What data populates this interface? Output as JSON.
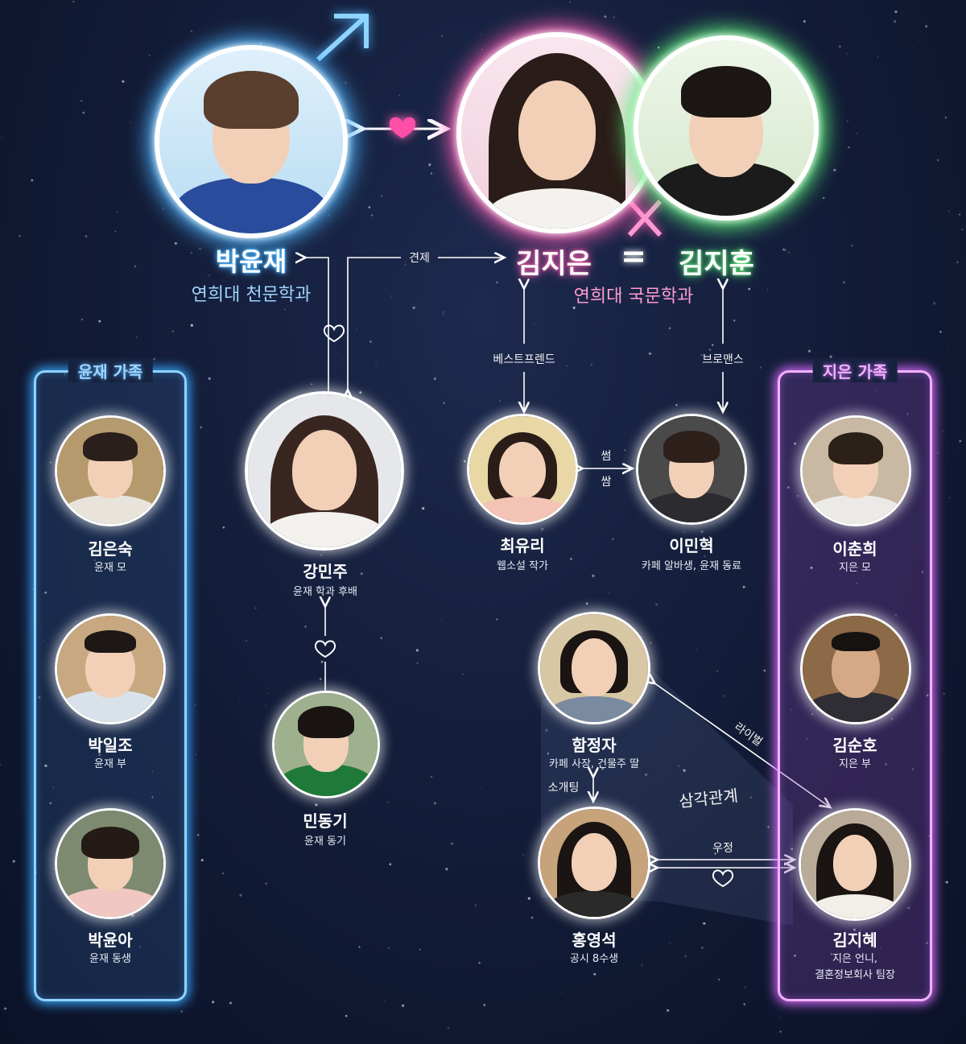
{
  "main_couple": {
    "yunjae": {
      "name": "박윤재",
      "desc": "연희대 천문학과"
    },
    "jieun": {
      "name": "김지은",
      "equals": "=",
      "desc": "연희대 국문학과"
    },
    "jihoon": {
      "name": "김지훈"
    }
  },
  "relations": {
    "rivalry": "견제",
    "best_friend": "베스트프렌드",
    "bromance": "브로맨스",
    "some_top": "썸",
    "some_bottom": "쌈",
    "blind_date": "소개팅",
    "friendship": "우정",
    "rival": "라이벌",
    "triangle": "삼각관계"
  },
  "yunjae_family": {
    "title": "윤재 가족",
    "members": [
      {
        "name": "김은숙",
        "role": "윤재 모"
      },
      {
        "name": "박일조",
        "role": "윤재 부"
      },
      {
        "name": "박윤아",
        "role": "윤재 동생"
      }
    ]
  },
  "jieun_family": {
    "title": "지은 가족",
    "members": [
      {
        "name": "이춘희",
        "role": "지은 모"
      },
      {
        "name": "김순호",
        "role": "지은 부"
      },
      {
        "name": "김지혜",
        "role1": "지은 언니,",
        "role2": "결혼정보회사 팀장"
      }
    ]
  },
  "center": {
    "minju": {
      "name": "강민주",
      "role": "윤재 학과 후배"
    },
    "donggi": {
      "name": "민동기",
      "role": "윤재 동기"
    },
    "yuri": {
      "name": "최유리",
      "role": "웹소설 작가"
    },
    "minhyuk": {
      "name": "이민혁",
      "role": "카페 알바생, 윤재 동료"
    },
    "jeongja": {
      "name": "함정자",
      "role": "카페 사장, 건물주 딸"
    },
    "youngseok": {
      "name": "홍영석",
      "role": "공시 8수생"
    }
  },
  "colors": {
    "blue": "#4fb6ff",
    "pink": "#ff5fb4",
    "green": "#5cf07a",
    "purple": "#d96cff"
  }
}
